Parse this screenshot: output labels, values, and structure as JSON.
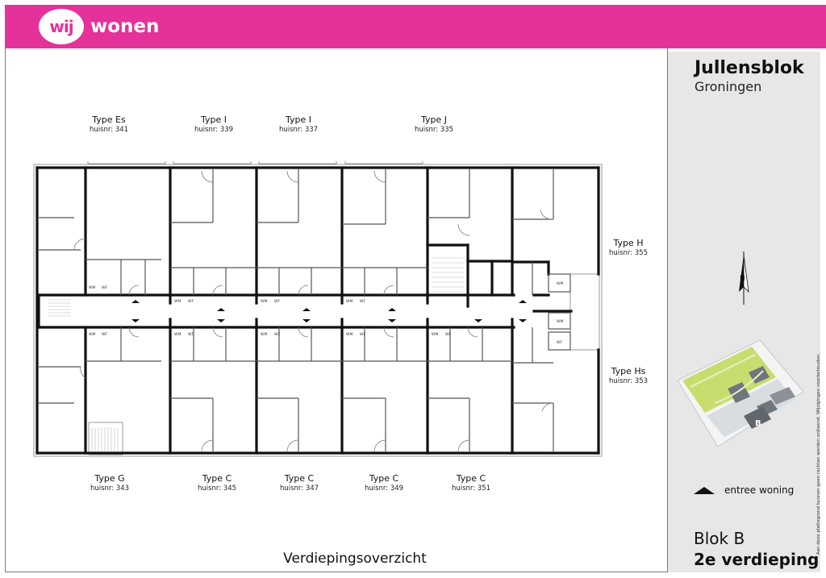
{
  "header": {
    "logo_text": "wij",
    "logo_word": "wonen",
    "brand_color": "#e5319a"
  },
  "project": {
    "name": "Jullensblok",
    "city": "Groningen"
  },
  "units_top": [
    {
      "type": "Type Es",
      "number": "huisnr: 341"
    },
    {
      "type": "Type I",
      "number": "huisnr: 339"
    },
    {
      "type": "Type I",
      "number": "huisnr: 337"
    },
    {
      "type": "Type J",
      "number": "huisnr: 335"
    }
  ],
  "units_right": [
    {
      "type": "Type H",
      "number": "huisnr: 355"
    },
    {
      "type": "Type Hs",
      "number": "huisnr: 353"
    }
  ],
  "units_bottom": [
    {
      "type": "Type G",
      "number": "huisnr: 343"
    },
    {
      "type": "Type C",
      "number": "huisnr: 345"
    },
    {
      "type": "Type C",
      "number": "huisnr: 347"
    },
    {
      "type": "Type C",
      "number": "huisnr: 349"
    },
    {
      "type": "Type C",
      "number": "huisnr: 351"
    }
  ],
  "plan_labels": {
    "wm": "WM",
    "wf": "WF",
    "site_block": "B"
  },
  "legend": {
    "icon": "entrance-triangle-icon",
    "label": "entree woning"
  },
  "footer": {
    "block": "Blok B",
    "floor": "2e verdieping",
    "overview": "Verdiepingsoverzicht",
    "disclaimer": "Aan deze plattegrond kunnen geen rechten worden ontleend. Wijzigingen voorbehouden."
  }
}
